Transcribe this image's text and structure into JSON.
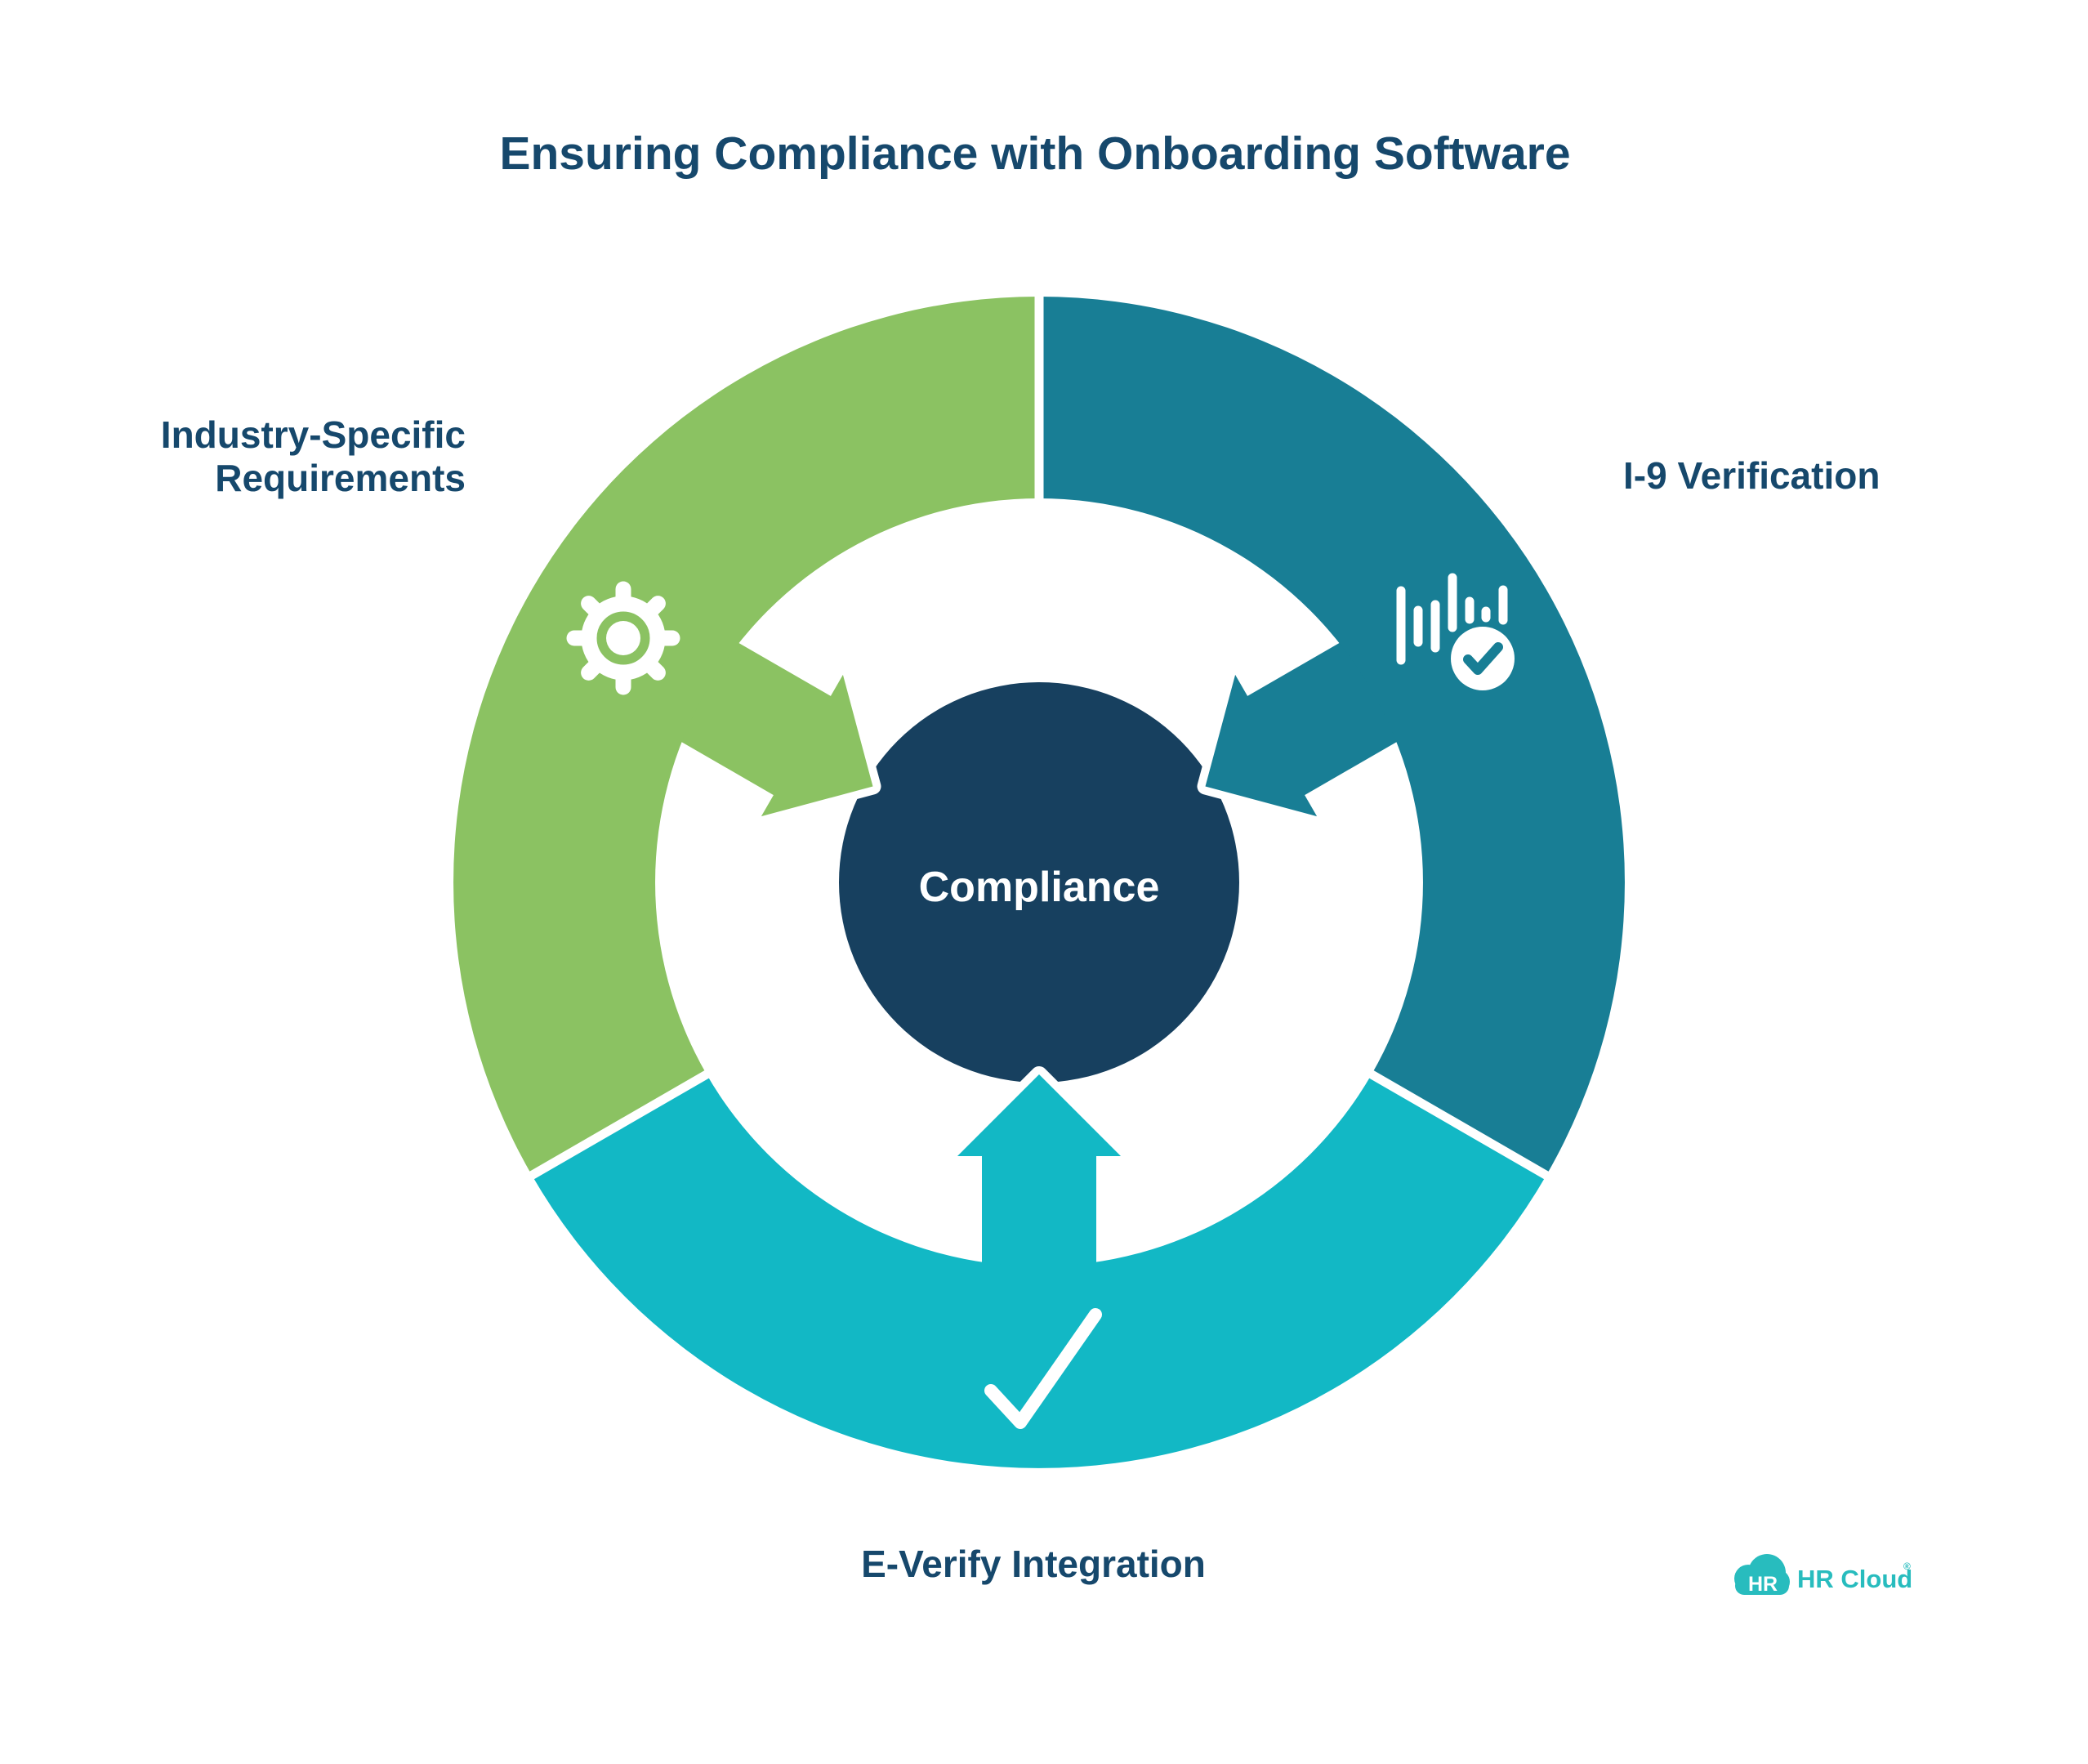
{
  "title": {
    "text": "Ensuring Compliance with Onboarding Software"
  },
  "center": {
    "label": "Compliance"
  },
  "segments": [
    {
      "name": "industry-specific-requirements",
      "label": "Industry-Specific Requirements",
      "label_line1": "Industry-Specific",
      "label_line2": "Requirements",
      "icon": "gear-icon",
      "color": "#8BC262"
    },
    {
      "name": "i9-verification",
      "label": "I-9 Verification",
      "icon": "waveform-check-icon",
      "color": "#187E95"
    },
    {
      "name": "e-verify-integration",
      "label": "E-Verify Integration",
      "icon": "checkmark-icon",
      "color": "#12B8C5"
    }
  ],
  "colors": {
    "green": "#8BC262",
    "teal": "#187E95",
    "cyan": "#12B8C5",
    "navy": "#17405F",
    "heading": "#16486C",
    "logo_teal": "#28BCBE",
    "background": "#FFFFFF",
    "icon": "#FFFFFF"
  },
  "logo": {
    "badge": "HR",
    "brand": "HR Cloud",
    "registered": "®"
  }
}
